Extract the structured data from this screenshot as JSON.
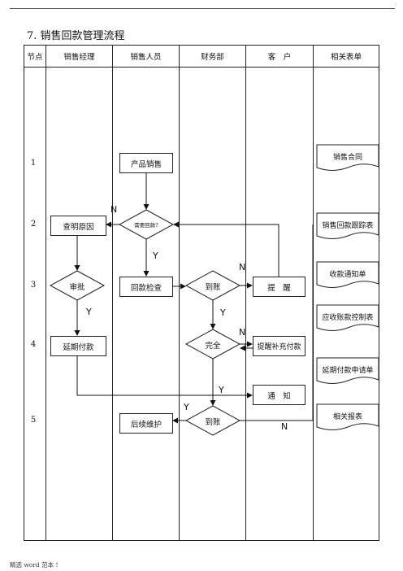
{
  "title": "7. 销售回款管理流程",
  "header": {
    "node": "节点",
    "sales_manager": "销售经理",
    "sales_staff": "销售人员",
    "finance": "财务部",
    "customer": "客　户",
    "forms": "相关表单"
  },
  "nodes": [
    "1",
    "2",
    "3",
    "4",
    "5"
  ],
  "boxes": {
    "product_sales": "产品销售",
    "need_payment": "需要回款?",
    "find_cause": "查明原因",
    "approve": "审批",
    "payment_check": "回款检查",
    "arrived_1": "到账",
    "remind": "提　醒",
    "complete": "完全",
    "remind_supplement": "提醒补充付款",
    "extend_payment": "延期付款",
    "notify": "通　知",
    "follow_up": "后续维护",
    "arrived_2": "到账"
  },
  "labels": {
    "n1": "N",
    "y1": "Y",
    "n2": "N",
    "y2": "Y",
    "y3": "Y",
    "n3": "N",
    "y4": "Y",
    "y5": "Y",
    "n4": "N"
  },
  "forms": [
    "销售合同",
    "销售回款跟踪表",
    "收款通知单",
    "应收账款控制表",
    "延期付款申请单",
    "相关报表"
  ],
  "footer": "精选 word 范本 !",
  "corner_mark": ":"
}
